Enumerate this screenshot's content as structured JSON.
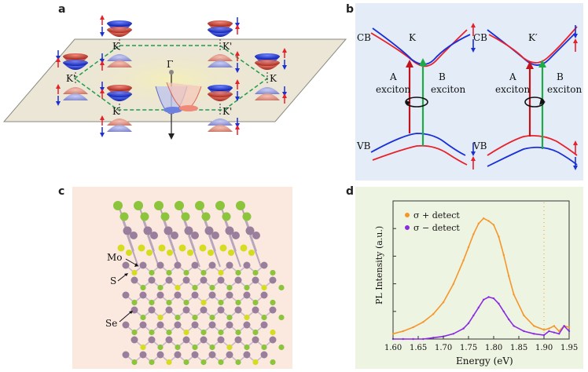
{
  "panels": {
    "a": {
      "letter": "a",
      "valley_labels": [
        "K",
        "K'",
        "K'",
        "K",
        "K",
        "K'"
      ],
      "gamma": "Γ"
    },
    "b": {
      "letter": "b",
      "left": {
        "cb": "CB",
        "vb": "VB",
        "valley": "K",
        "a_exciton": [
          "A",
          "exciton"
        ],
        "b_exciton": [
          "B",
          "exciton"
        ]
      },
      "right": {
        "cb": "CB",
        "vb": "VB",
        "valley": "K′",
        "a_exciton": [
          "A",
          "exciton"
        ],
        "b_exciton": [
          "B",
          "exciton"
        ]
      }
    },
    "c": {
      "letter": "c",
      "labels": {
        "mo": "Mo",
        "s": "S",
        "se": "Se"
      }
    },
    "d": {
      "letter": "d"
    }
  },
  "colors": {
    "spin_up": "#e8202a",
    "spin_down": "#1a2fd6",
    "panel_b_bg": "#e4ecf7",
    "panel_c_bg": "#fbe9e0",
    "panel_d_bg": "#eef4e2",
    "sigma_plus": "#f5962a",
    "sigma_minus": "#8a2be2",
    "mo_atom": "#9a7f9c",
    "s_atom": "#d6dc20",
    "se_atom": "#8cc43c"
  },
  "chart_data": {
    "type": "line",
    "xlabel": "Energy (eV)",
    "ylabel": "PL Intensity (a.u.)",
    "xlim": [
      1.6,
      1.95
    ],
    "ylim": [
      0,
      1.0
    ],
    "xticks": [
      "1.60",
      "1.65",
      "1.70",
      "1.75",
      "1.80",
      "1.85",
      "1.90",
      "1.95"
    ],
    "legend_position": "top-left",
    "series": [
      {
        "name": "σ + detect",
        "color": "#f5962a",
        "x": [
          1.6,
          1.62,
          1.64,
          1.66,
          1.68,
          1.7,
          1.72,
          1.74,
          1.75,
          1.76,
          1.77,
          1.78,
          1.79,
          1.8,
          1.81,
          1.82,
          1.83,
          1.84,
          1.86,
          1.88,
          1.9,
          1.91,
          1.92,
          1.93,
          1.94,
          1.95
        ],
        "y": [
          0.04,
          0.06,
          0.09,
          0.13,
          0.19,
          0.28,
          0.42,
          0.6,
          0.7,
          0.8,
          0.88,
          0.92,
          0.9,
          0.87,
          0.78,
          0.64,
          0.48,
          0.34,
          0.18,
          0.1,
          0.07,
          0.08,
          0.1,
          0.06,
          0.1,
          0.09
        ]
      },
      {
        "name": "σ − detect",
        "color": "#8a2be2",
        "x": [
          1.6,
          1.62,
          1.64,
          1.66,
          1.68,
          1.7,
          1.72,
          1.74,
          1.75,
          1.76,
          1.77,
          1.78,
          1.79,
          1.8,
          1.81,
          1.82,
          1.83,
          1.84,
          1.86,
          1.88,
          1.9,
          1.91,
          1.92,
          1.93,
          1.94,
          1.95
        ],
        "y": [
          0.0,
          0.0,
          0.0,
          0.0,
          0.01,
          0.02,
          0.04,
          0.08,
          0.12,
          0.18,
          0.24,
          0.3,
          0.32,
          0.31,
          0.27,
          0.21,
          0.15,
          0.1,
          0.06,
          0.04,
          0.03,
          0.06,
          0.05,
          0.04,
          0.1,
          0.06
        ]
      }
    ]
  }
}
